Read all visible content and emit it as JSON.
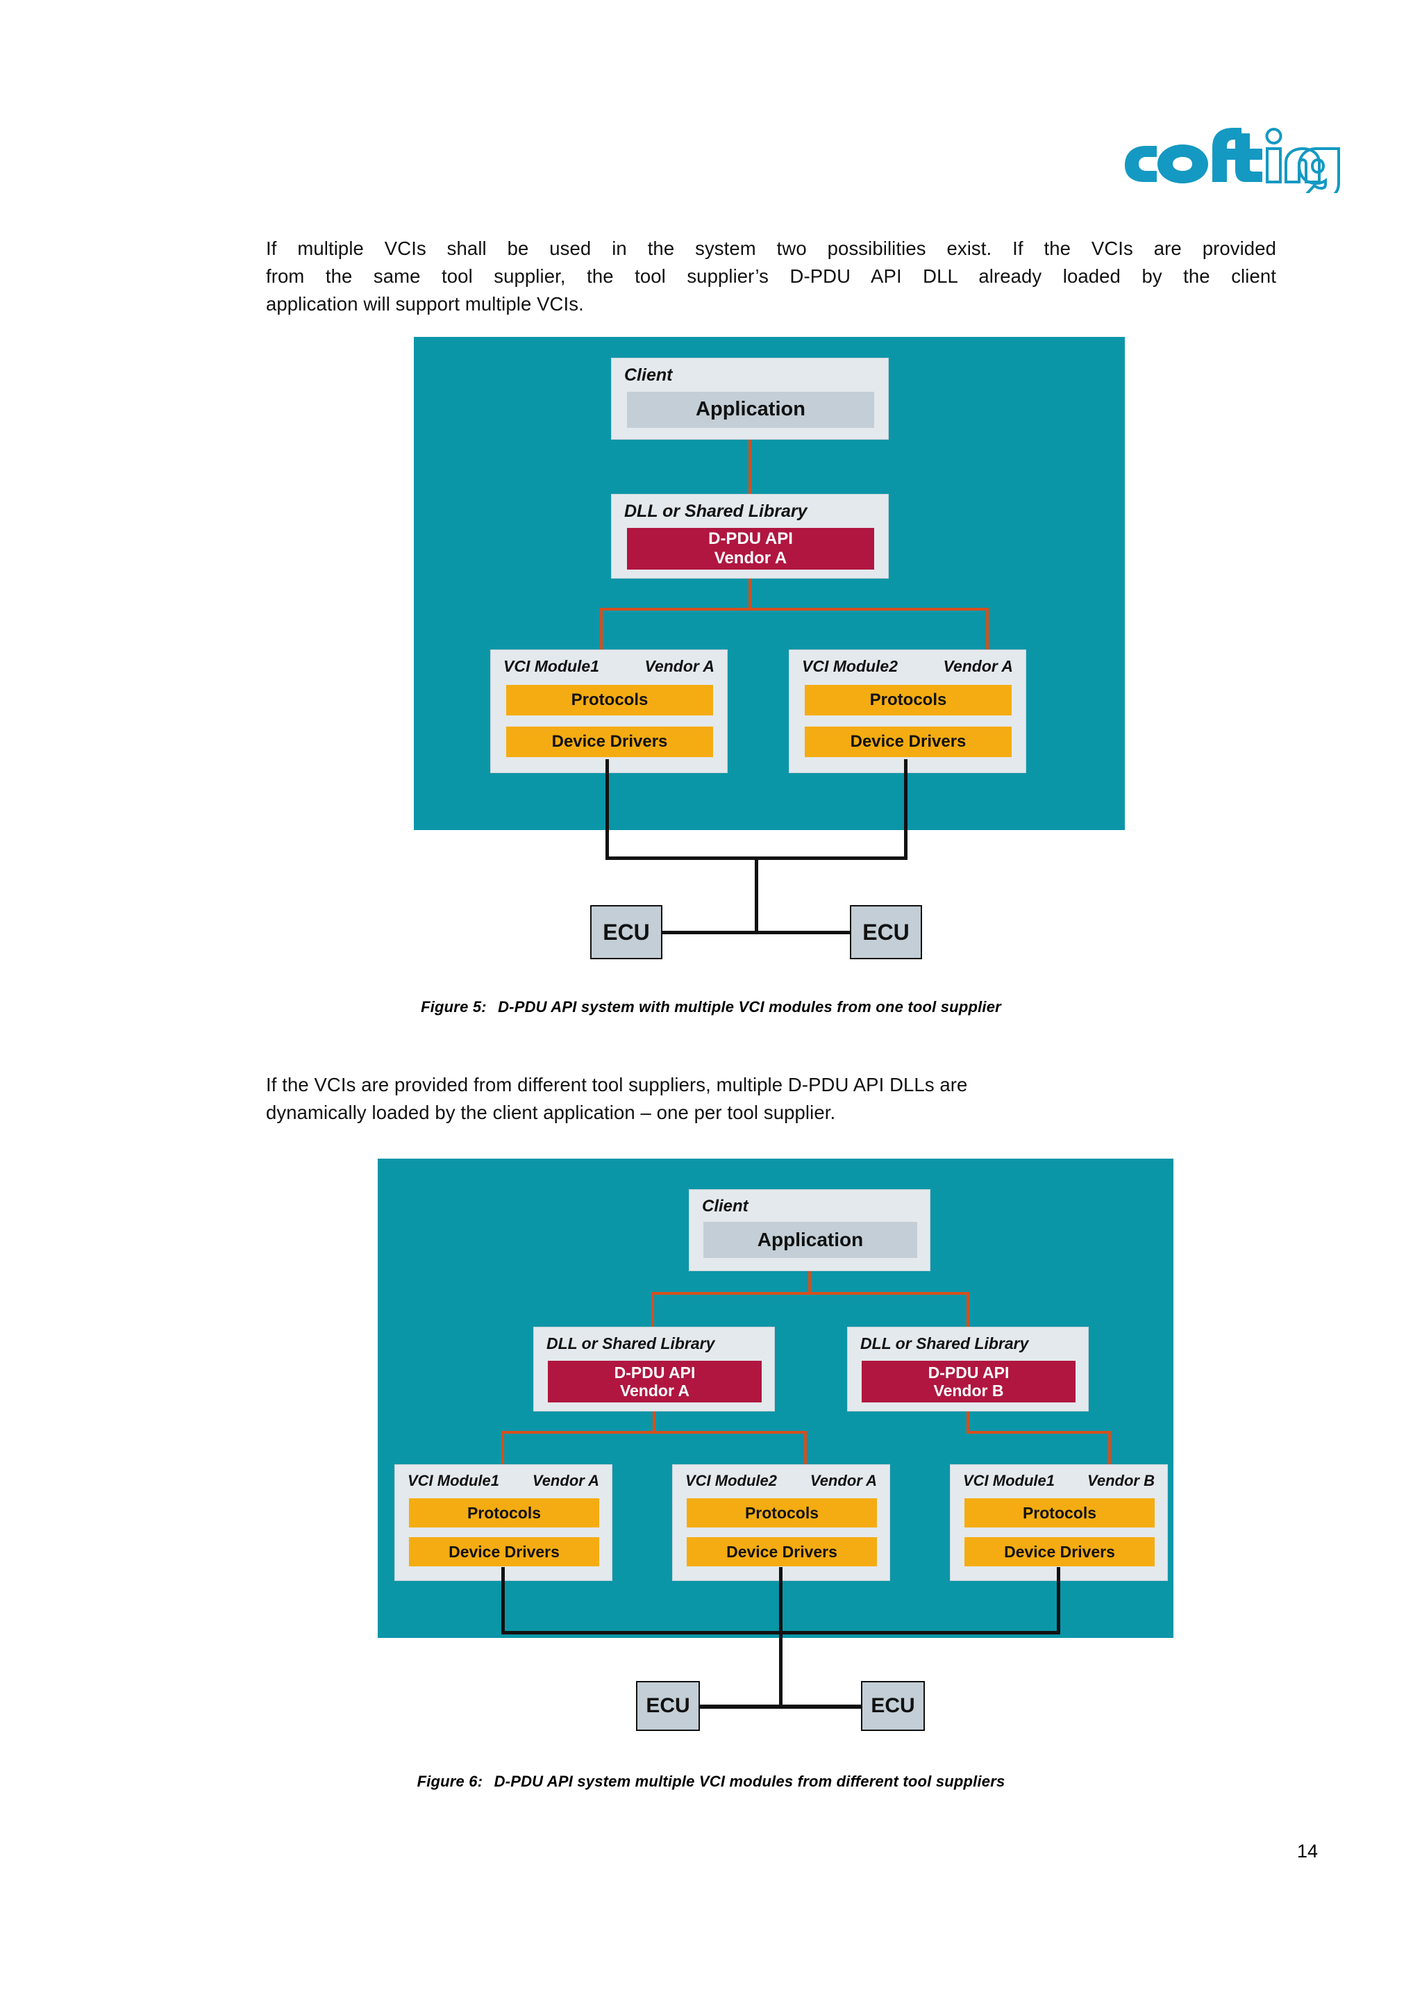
{
  "document": {
    "page_number": "14",
    "logo_text": "softing",
    "logo_colors": {
      "solid": "#1499c2",
      "outline": "#1499c2"
    }
  },
  "paragraphs": {
    "p1_line1": "If multiple VCIs shall be used in the system two possibilities exist. If the VCIs are provided",
    "p1_line2": "from the same tool supplier, the tool supplier’s D-PDU API DLL already loaded by the client",
    "p1_line3": "application will support multiple VCIs.",
    "p2_line1": "If the VCIs are provided from different tool suppliers, multiple D-PDU API DLLs are",
    "p2_line2": "dynamically loaded by the client application – one per tool supplier."
  },
  "figures": [
    {
      "id": "figure-5",
      "caption_number": "Figure 5:",
      "caption_text": "D-PDU API system with multiple VCI modules from one tool supplier",
      "panel_color": "#0b96a8",
      "client": {
        "title": "Client",
        "application_label": "Application"
      },
      "dlls": [
        {
          "title": "DLL or Shared Library",
          "api_line1": "D-PDU API",
          "api_line2": "Vendor A"
        }
      ],
      "vci_modules": [
        {
          "name": "VCI Module1",
          "vendor": "Vendor A",
          "protocols_label": "Protocols",
          "drivers_label": "Device Drivers"
        },
        {
          "name": "VCI Module2",
          "vendor": "Vendor A",
          "protocols_label": "Protocols",
          "drivers_label": "Device Drivers"
        }
      ],
      "ecus": [
        {
          "label": "ECU"
        },
        {
          "label": "ECU"
        }
      ]
    },
    {
      "id": "figure-6",
      "caption_number": "Figure 6:",
      "caption_text": "D-PDU API system multiple VCI modules from different tool suppliers",
      "panel_color": "#0b96a8",
      "client": {
        "title": "Client",
        "application_label": "Application"
      },
      "dlls": [
        {
          "title": "DLL or Shared Library",
          "api_line1": "D-PDU API",
          "api_line2": "Vendor A"
        },
        {
          "title": "DLL or Shared Library",
          "api_line1": "D-PDU API",
          "api_line2": "Vendor B"
        }
      ],
      "vci_modules": [
        {
          "name": "VCI Module1",
          "vendor": "Vendor A",
          "protocols_label": "Protocols",
          "drivers_label": "Device Drivers"
        },
        {
          "name": "VCI Module2",
          "vendor": "Vendor A",
          "protocols_label": "Protocols",
          "drivers_label": "Device Drivers"
        },
        {
          "name": "VCI Module1",
          "vendor": "Vendor B",
          "protocols_label": "Protocols",
          "drivers_label": "Device Drivers"
        }
      ],
      "ecus": [
        {
          "label": "ECU"
        },
        {
          "label": "ECU"
        }
      ]
    }
  ],
  "colors": {
    "teal": "#0b96a8",
    "container": "#e4e9ed",
    "application": "#c3ced6",
    "api_crimson": "#b01640",
    "orange": "#f5ac12",
    "connector_orange": "#d4501e",
    "connector_black": "#111111"
  }
}
